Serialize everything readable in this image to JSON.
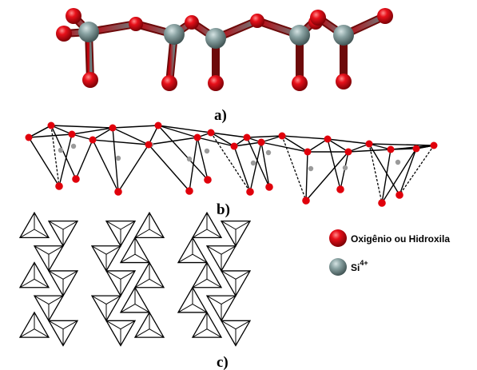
{
  "panels": {
    "a": {
      "label": "a)"
    },
    "b": {
      "label": "b)"
    },
    "c": {
      "label": "c)"
    }
  },
  "legend": {
    "oxygen": {
      "label": "Oxigênio ou Hidroxila",
      "color": "#e0000b"
    },
    "silicon": {
      "label": "Si",
      "superscript": "4+",
      "color": "#7f9898"
    }
  },
  "colors": {
    "oxygen": "#e0000b",
    "silicon": "#7f9898",
    "bond_dark": "#8b0000",
    "line": "#000000",
    "background": "#ffffff"
  }
}
